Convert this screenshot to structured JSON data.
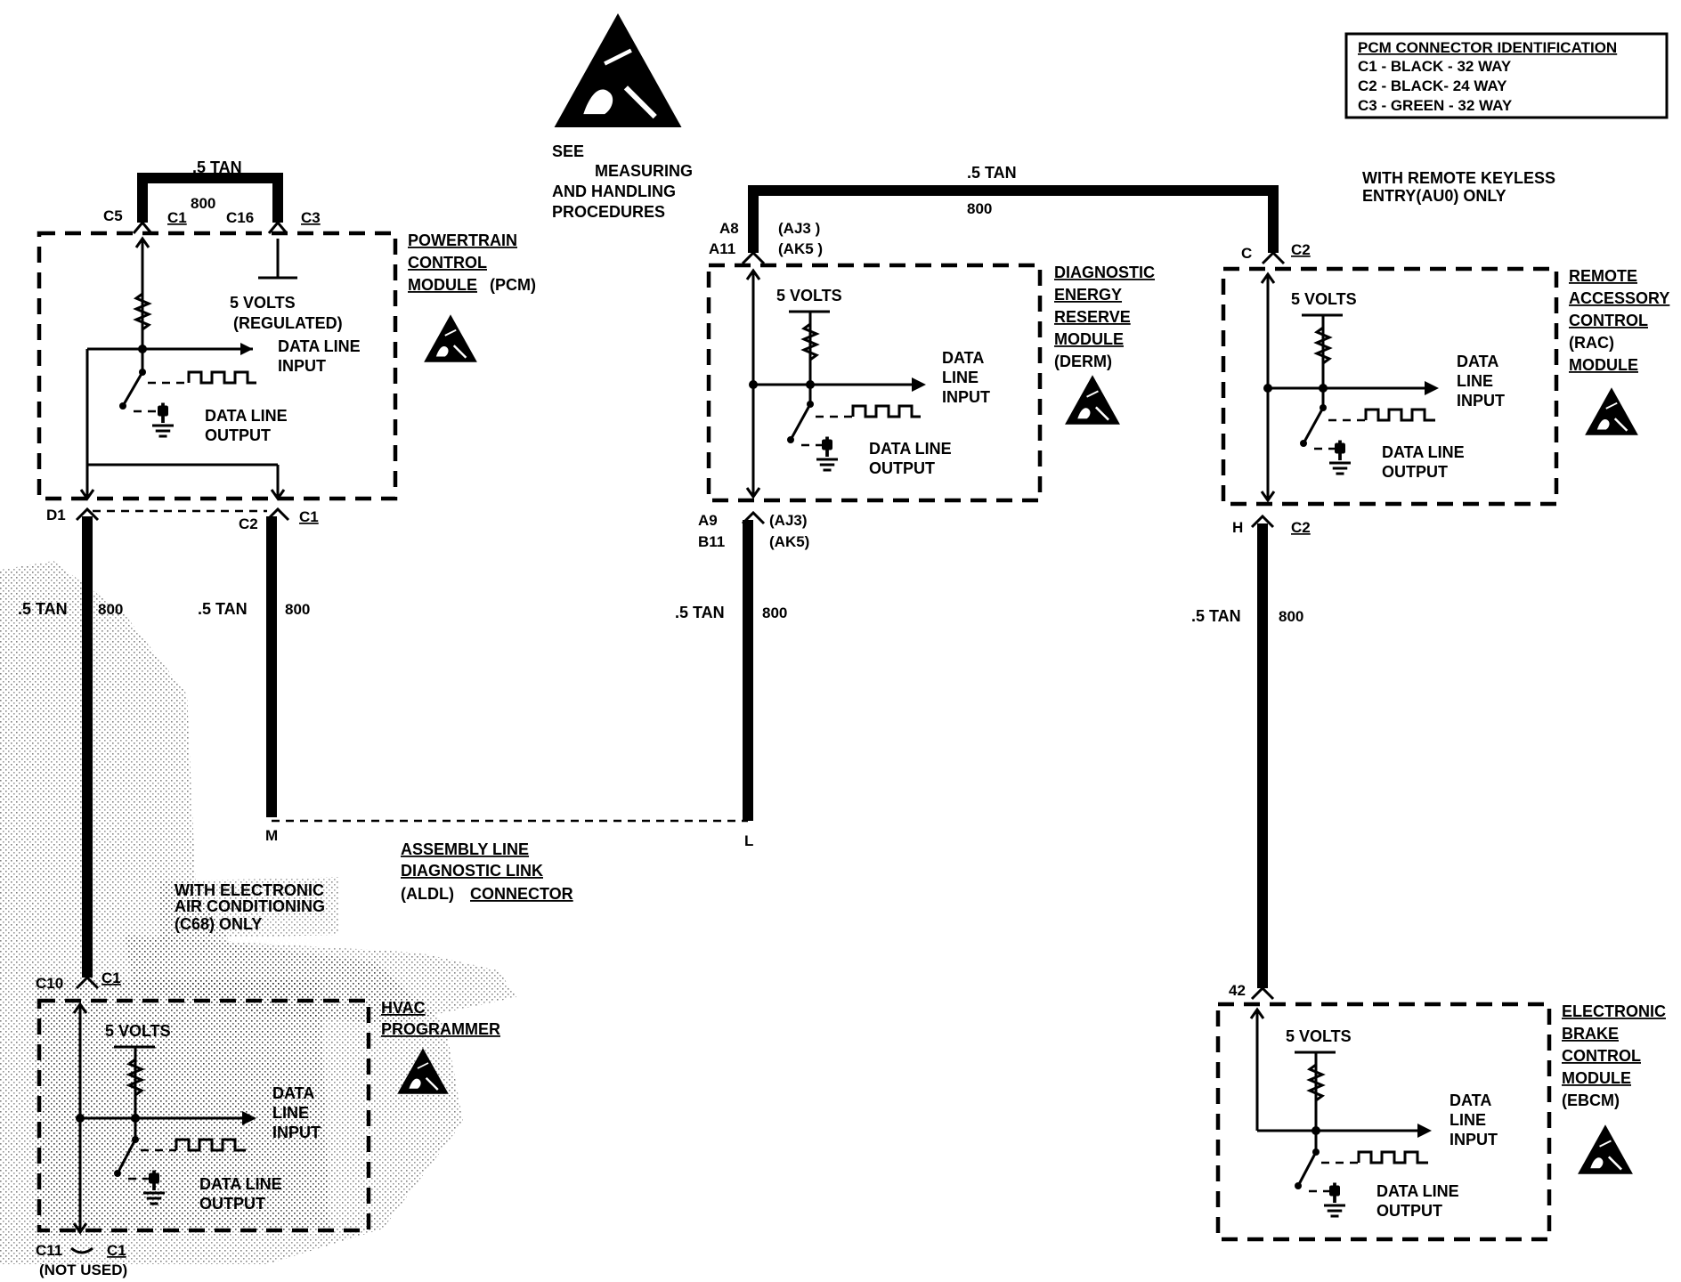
{
  "pcm_connector_id": {
    "title": "PCM CONNECTOR IDENTIFICATION",
    "lines": [
      "C1 - BLACK - 32 WAY",
      "C2 - BLACK- 24 WAY",
      "C3 - GREEN - 32 WAY"
    ]
  },
  "esd_note": {
    "see": "SEE",
    "line1": "MEASURING",
    "line2": "AND HANDLING",
    "line3": "PROCEDURES"
  },
  "rke_note": {
    "line1": "WITH REMOTE KEYLESS",
    "line2": "ENTRY(AU0) ONLY"
  },
  "wire_labels": {
    "tan": ".5 TAN",
    "circuit": "800"
  },
  "pcm": {
    "name_lines": [
      "POWERTRAIN",
      "CONTROL",
      "MODULE"
    ],
    "abbr": "(PCM)",
    "volts_line1": "5 VOLTS",
    "volts_line2": "(REGULATED)",
    "input_line1": "DATA LINE",
    "input_line2": "INPUT",
    "output_line1": "DATA LINE",
    "output_line2": "OUTPUT",
    "pin_c5": "C5",
    "conn_c1_top": "C1",
    "pin_c16": "C16",
    "conn_c3": "C3",
    "pin_d1": "D1",
    "pin_c2": "C2",
    "conn_c1_bottom": "C1"
  },
  "derm": {
    "name_lines": [
      "DIAGNOSTIC",
      "ENERGY",
      "RESERVE",
      "MODULE"
    ],
    "abbr": "(DERM)",
    "volts": "5 VOLTS",
    "input_lines": [
      "DATA",
      "LINE",
      "INPUT"
    ],
    "output_line1": "DATA LINE",
    "output_line2": "OUTPUT",
    "pin_a8": "A8",
    "pin_a11": "A11",
    "opt_aj3_top": "(AJ3 )",
    "opt_ak5_top": "(AK5 )",
    "pin_a9": "A9",
    "pin_b11": "B11",
    "opt_aj3_bottom": "(AJ3)",
    "opt_ak5_bottom": "(AK5)"
  },
  "rac": {
    "name_lines": [
      "REMOTE",
      "ACCESSORY",
      "CONTROL",
      "(RAC)",
      "MODULE"
    ],
    "volts": "5 VOLTS",
    "input_lines": [
      "DATA",
      "LINE",
      "INPUT"
    ],
    "output_line1": "DATA LINE",
    "output_line2": "OUTPUT",
    "pin_c": "C",
    "conn_c2_top": "C2",
    "pin_h": "H",
    "conn_c2_bottom": "C2"
  },
  "aldl": {
    "pin_m": "M",
    "pin_l": "L",
    "line1": "ASSEMBLY LINE",
    "line2": "DIAGNOSTIC LINK",
    "line3": "(ALDL) CONNECTOR"
  },
  "hvac_note": {
    "line1": "WITH ELECTRONIC",
    "line2": "AIR CONDITIONING",
    "line3": "(C68) ONLY"
  },
  "hvac": {
    "name_lines": [
      "HVAC",
      "PROGRAMMER"
    ],
    "volts": "5 VOLTS",
    "input_lines": [
      "DATA",
      "LINE",
      "INPUT"
    ],
    "output_line1": "DATA LINE",
    "output_line2": "OUTPUT",
    "pin_c10": "C10",
    "conn_c1_top": "C1",
    "pin_c11": "C11",
    "conn_c1_bottom": "C1",
    "not_used": "(NOT USED)"
  },
  "ebcm": {
    "name_lines": [
      "ELECTRONIC",
      "BRAKE",
      "CONTROL",
      "MODULE"
    ],
    "abbr": "(EBCM)",
    "volts": "5 VOLTS",
    "input_lines": [
      "DATA",
      "LINE",
      "INPUT"
    ],
    "output_line1": "DATA LINE",
    "output_line2": "OUTPUT",
    "pin_42": "42"
  },
  "icons": [
    "esd-warning-icon",
    "ground-symbol-icon",
    "resistor-icon",
    "switch-icon",
    "pulse-waveform-icon"
  ]
}
